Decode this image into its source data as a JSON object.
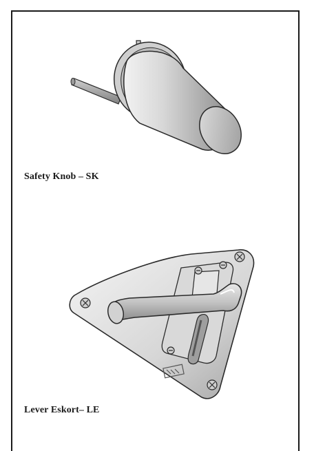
{
  "products": [
    {
      "caption": "Safety Knob – SK",
      "icon": "safety-knob-illustration"
    },
    {
      "caption": "Lever Eskort– LE",
      "icon": "lever-handle-illustration"
    }
  ],
  "colors": {
    "border": "#1a1a1a",
    "metal_light": "#e6e6e6",
    "metal_mid": "#bdbdbd",
    "metal_dark": "#7a7a7a",
    "outline": "#2a2a2a"
  }
}
